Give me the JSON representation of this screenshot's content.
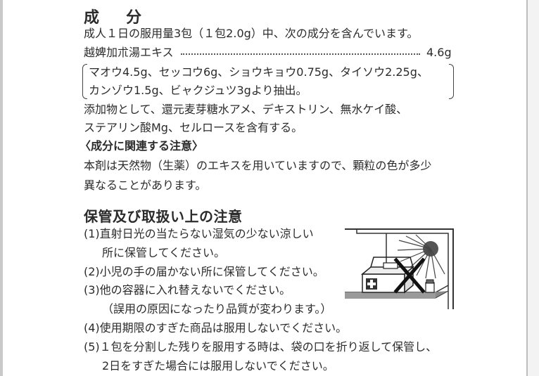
{
  "ingredients": {
    "heading": "成　分",
    "intro": "成人１日の服用量3包（１包2.0g）中、次の成分を含んでいます。",
    "extract_name": "越婢加朮湯エキス",
    "extract_amount": "4.6g",
    "source_line1": "マオウ4.5g、セッコウ6g、ショウキョウ0.75g、タイソウ2.25g、",
    "source_line2": "カンゾウ1.5g、ビャクジュツ3gより抽出。",
    "additives_line1": "添加物として、還元麦芽糖水アメ、デキストリン、無水ケイ酸、",
    "additives_line2": "ステアリン酸Mg、セルロースを含有する。",
    "related_heading": "〈成分に関連する注意〉",
    "related_line1": "本剤は天然物（生薬）のエキスを用いていますので、顆粒の色が多少",
    "related_line2": "異なることがあります。"
  },
  "storage": {
    "heading": "保管及び取扱い上の注意",
    "item1_line1": "(1)直射日光の当たらない湿気の少ない涼しい",
    "item1_line2": "所に保管してください。",
    "item2": "(2)小児の手の届かない所に保管してください。",
    "item3_line1": "(3)他の容器に入れ替えないでください。",
    "item3_line2": "（誤用の原因になったり品質が変わります。）",
    "item4": "(4)使用期限のすぎた商品は服用しないでください。",
    "item5_line1": "(5)１包を分割した残りを服用する時は、袋の口を折り返して保管し、",
    "item5_line2": "2日をすぎた場合には服用しないでください。"
  },
  "illustration": {
    "icon": "no-storage-in-sunlight-icon"
  },
  "colors": {
    "text": "#2b2b2b",
    "line": "#444444"
  }
}
